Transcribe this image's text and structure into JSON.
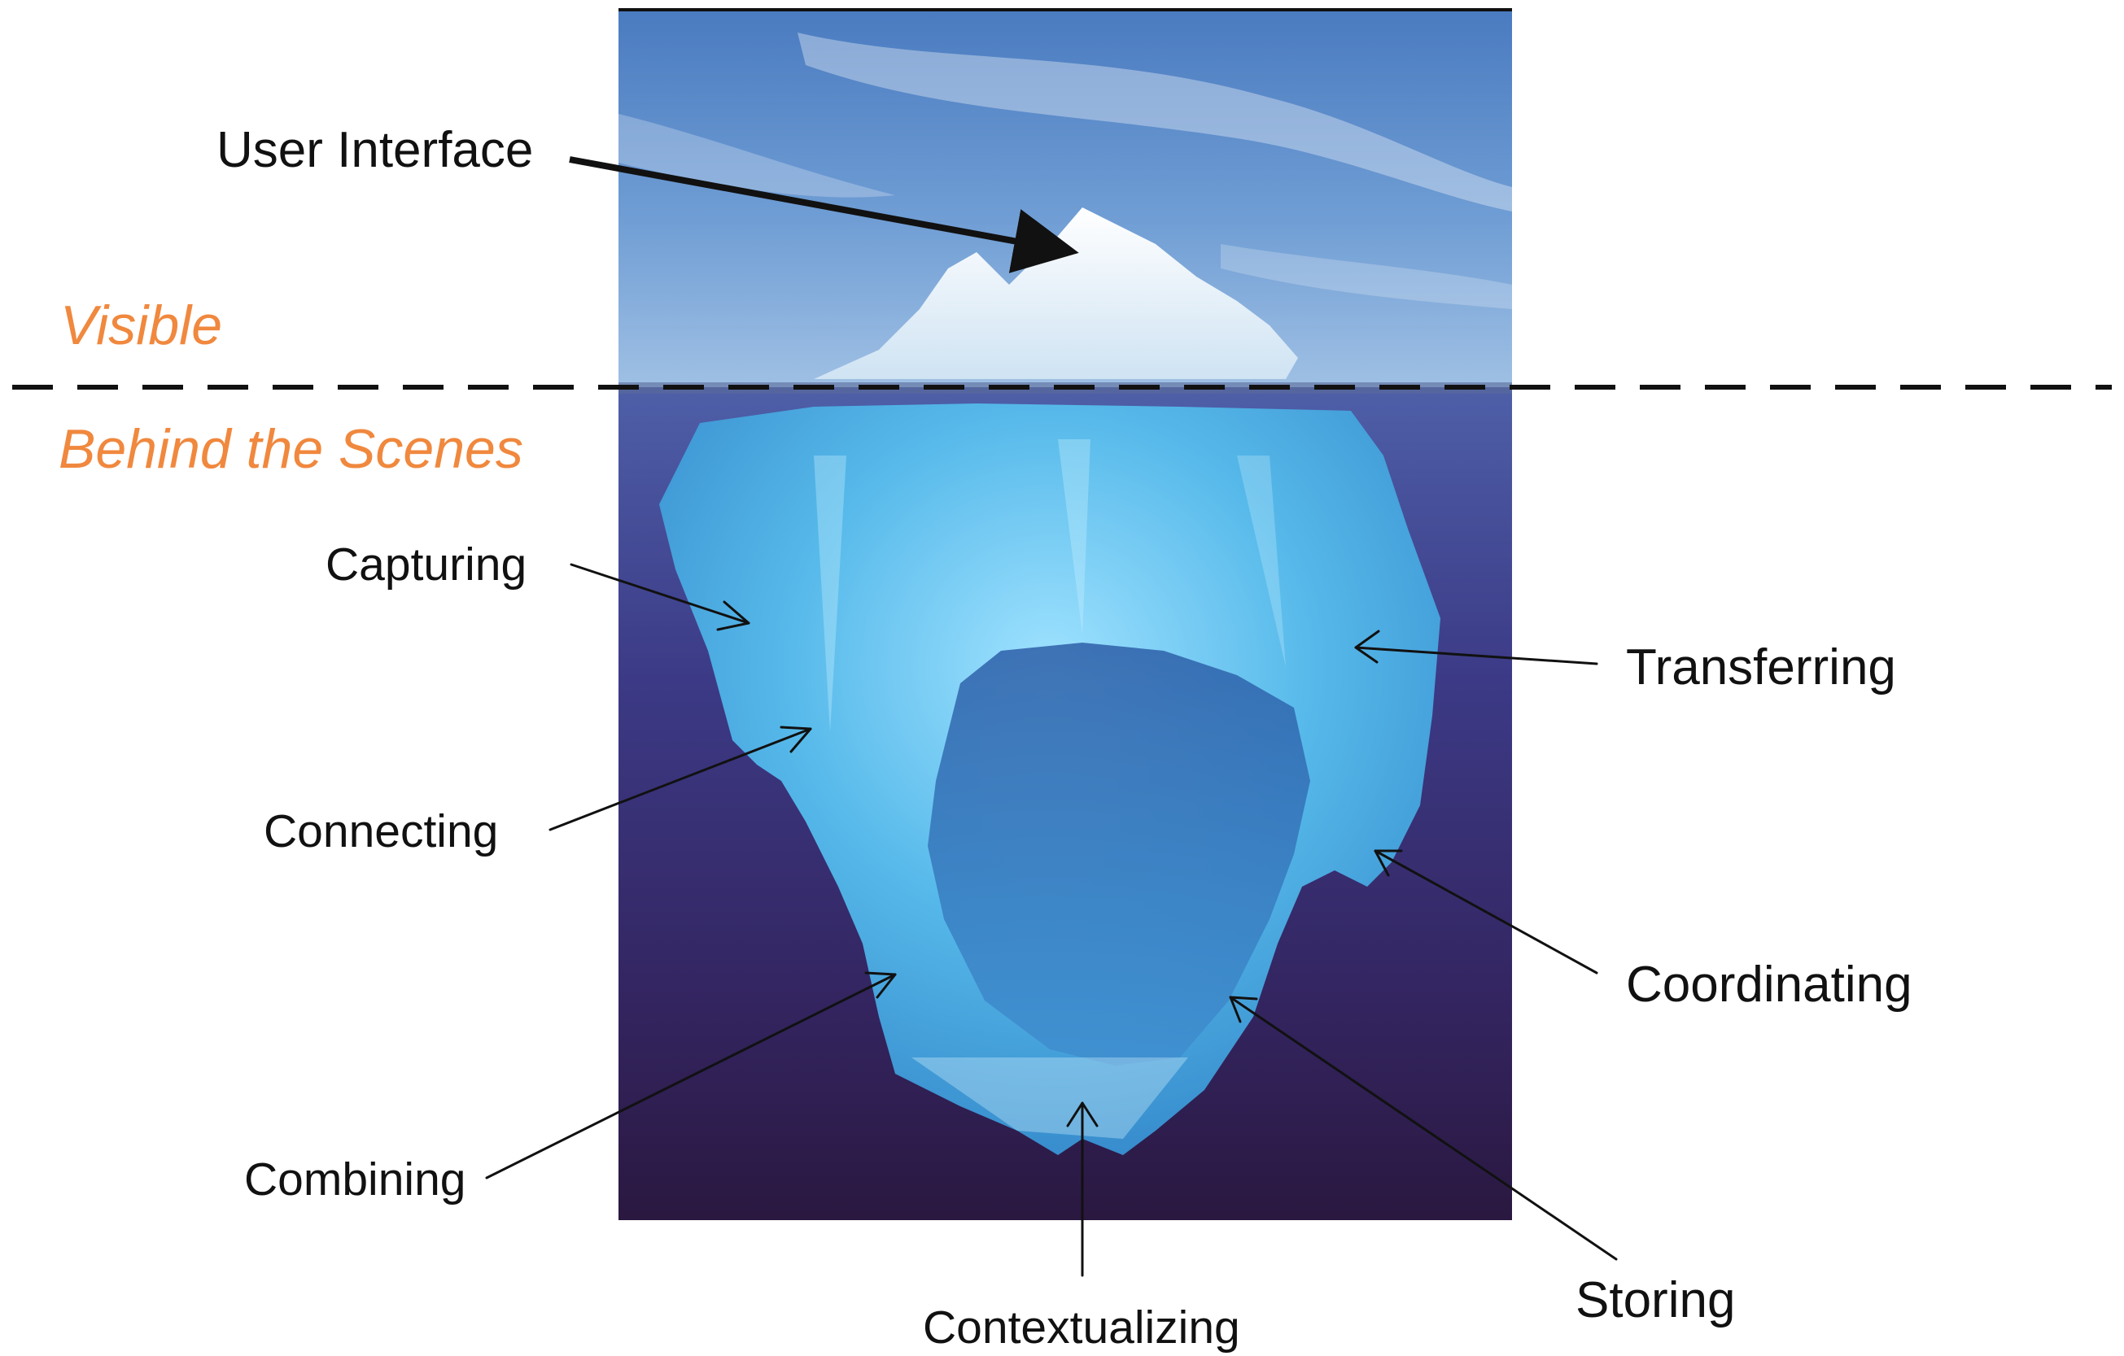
{
  "diagram": {
    "zones": {
      "visible": "Visible",
      "behind": "Behind the Scenes"
    },
    "labels": {
      "user_interface": "User Interface",
      "capturing": "Capturing",
      "connecting": "Connecting",
      "combining": "Combining",
      "contextualizing": "Contextualizing",
      "transferring": "Transferring",
      "coordinating": "Coordinating",
      "storing": "Storing"
    },
    "colors": {
      "zone_text": "#F0883E",
      "sky": "#3F6FB0",
      "ice": "#4FB6E6",
      "deep_water": "#3A2460",
      "line": "#111111"
    }
  }
}
